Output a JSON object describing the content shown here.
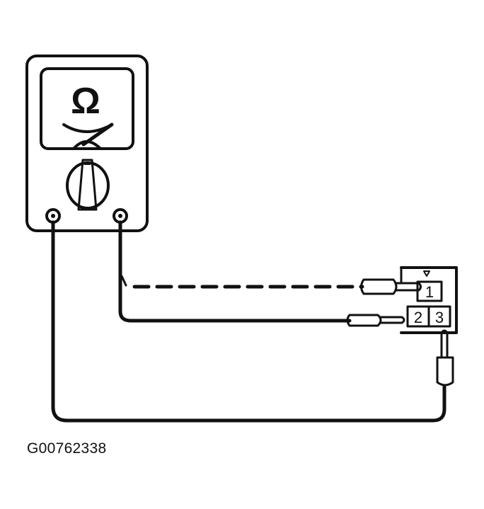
{
  "figure": {
    "id": "G00762338"
  },
  "meter": {
    "symbol": "Ω"
  },
  "connector": {
    "pins": [
      "1",
      "2",
      "3"
    ]
  }
}
